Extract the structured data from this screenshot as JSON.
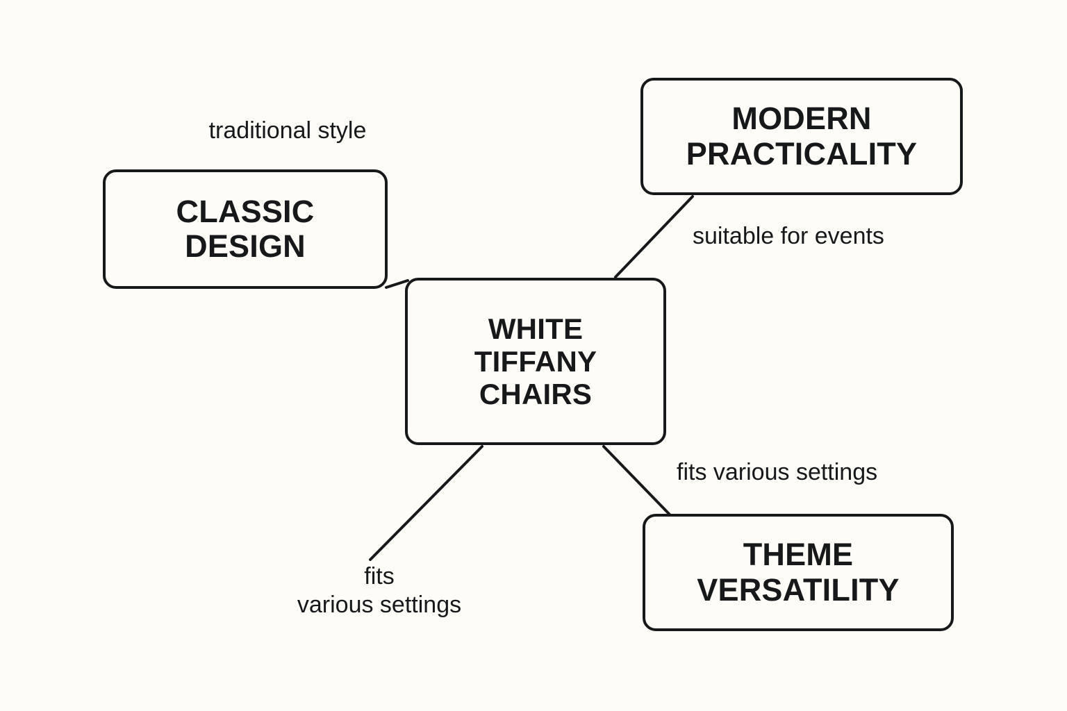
{
  "diagram": {
    "type": "mind-map",
    "background_color": "#FDFCF7",
    "stroke_color": "#17181A",
    "center": {
      "id": "white-tiffany-chairs",
      "label": "WHITE\nTIFFANY\nCHAIRS"
    },
    "nodes": [
      {
        "id": "classic-design",
        "label": "CLASSIC\nDESIGN"
      },
      {
        "id": "modern-practicality",
        "label": "MODERN\nPRACTICALITY"
      },
      {
        "id": "theme-versatility",
        "label": "THEME\nVERSATILITY"
      }
    ],
    "edge_labels": [
      {
        "id": "traditional-style",
        "text": "traditional style"
      },
      {
        "id": "suitable-for-events",
        "text": "suitable for events"
      },
      {
        "id": "fits-various-settings-right",
        "text": "fits various settings"
      },
      {
        "id": "fits-various-settings-bottom",
        "text": "fits\nvarious settings"
      }
    ],
    "connections": [
      {
        "from": "white-tiffany-chairs",
        "to": "classic-design",
        "label": "traditional style"
      },
      {
        "from": "white-tiffany-chairs",
        "to": "modern-practicality",
        "label": "suitable for events"
      },
      {
        "from": "white-tiffany-chairs",
        "to": "theme-versatility",
        "label": "fits various settings"
      },
      {
        "from": "white-tiffany-chairs",
        "to": null,
        "label": "fits various settings"
      }
    ]
  }
}
